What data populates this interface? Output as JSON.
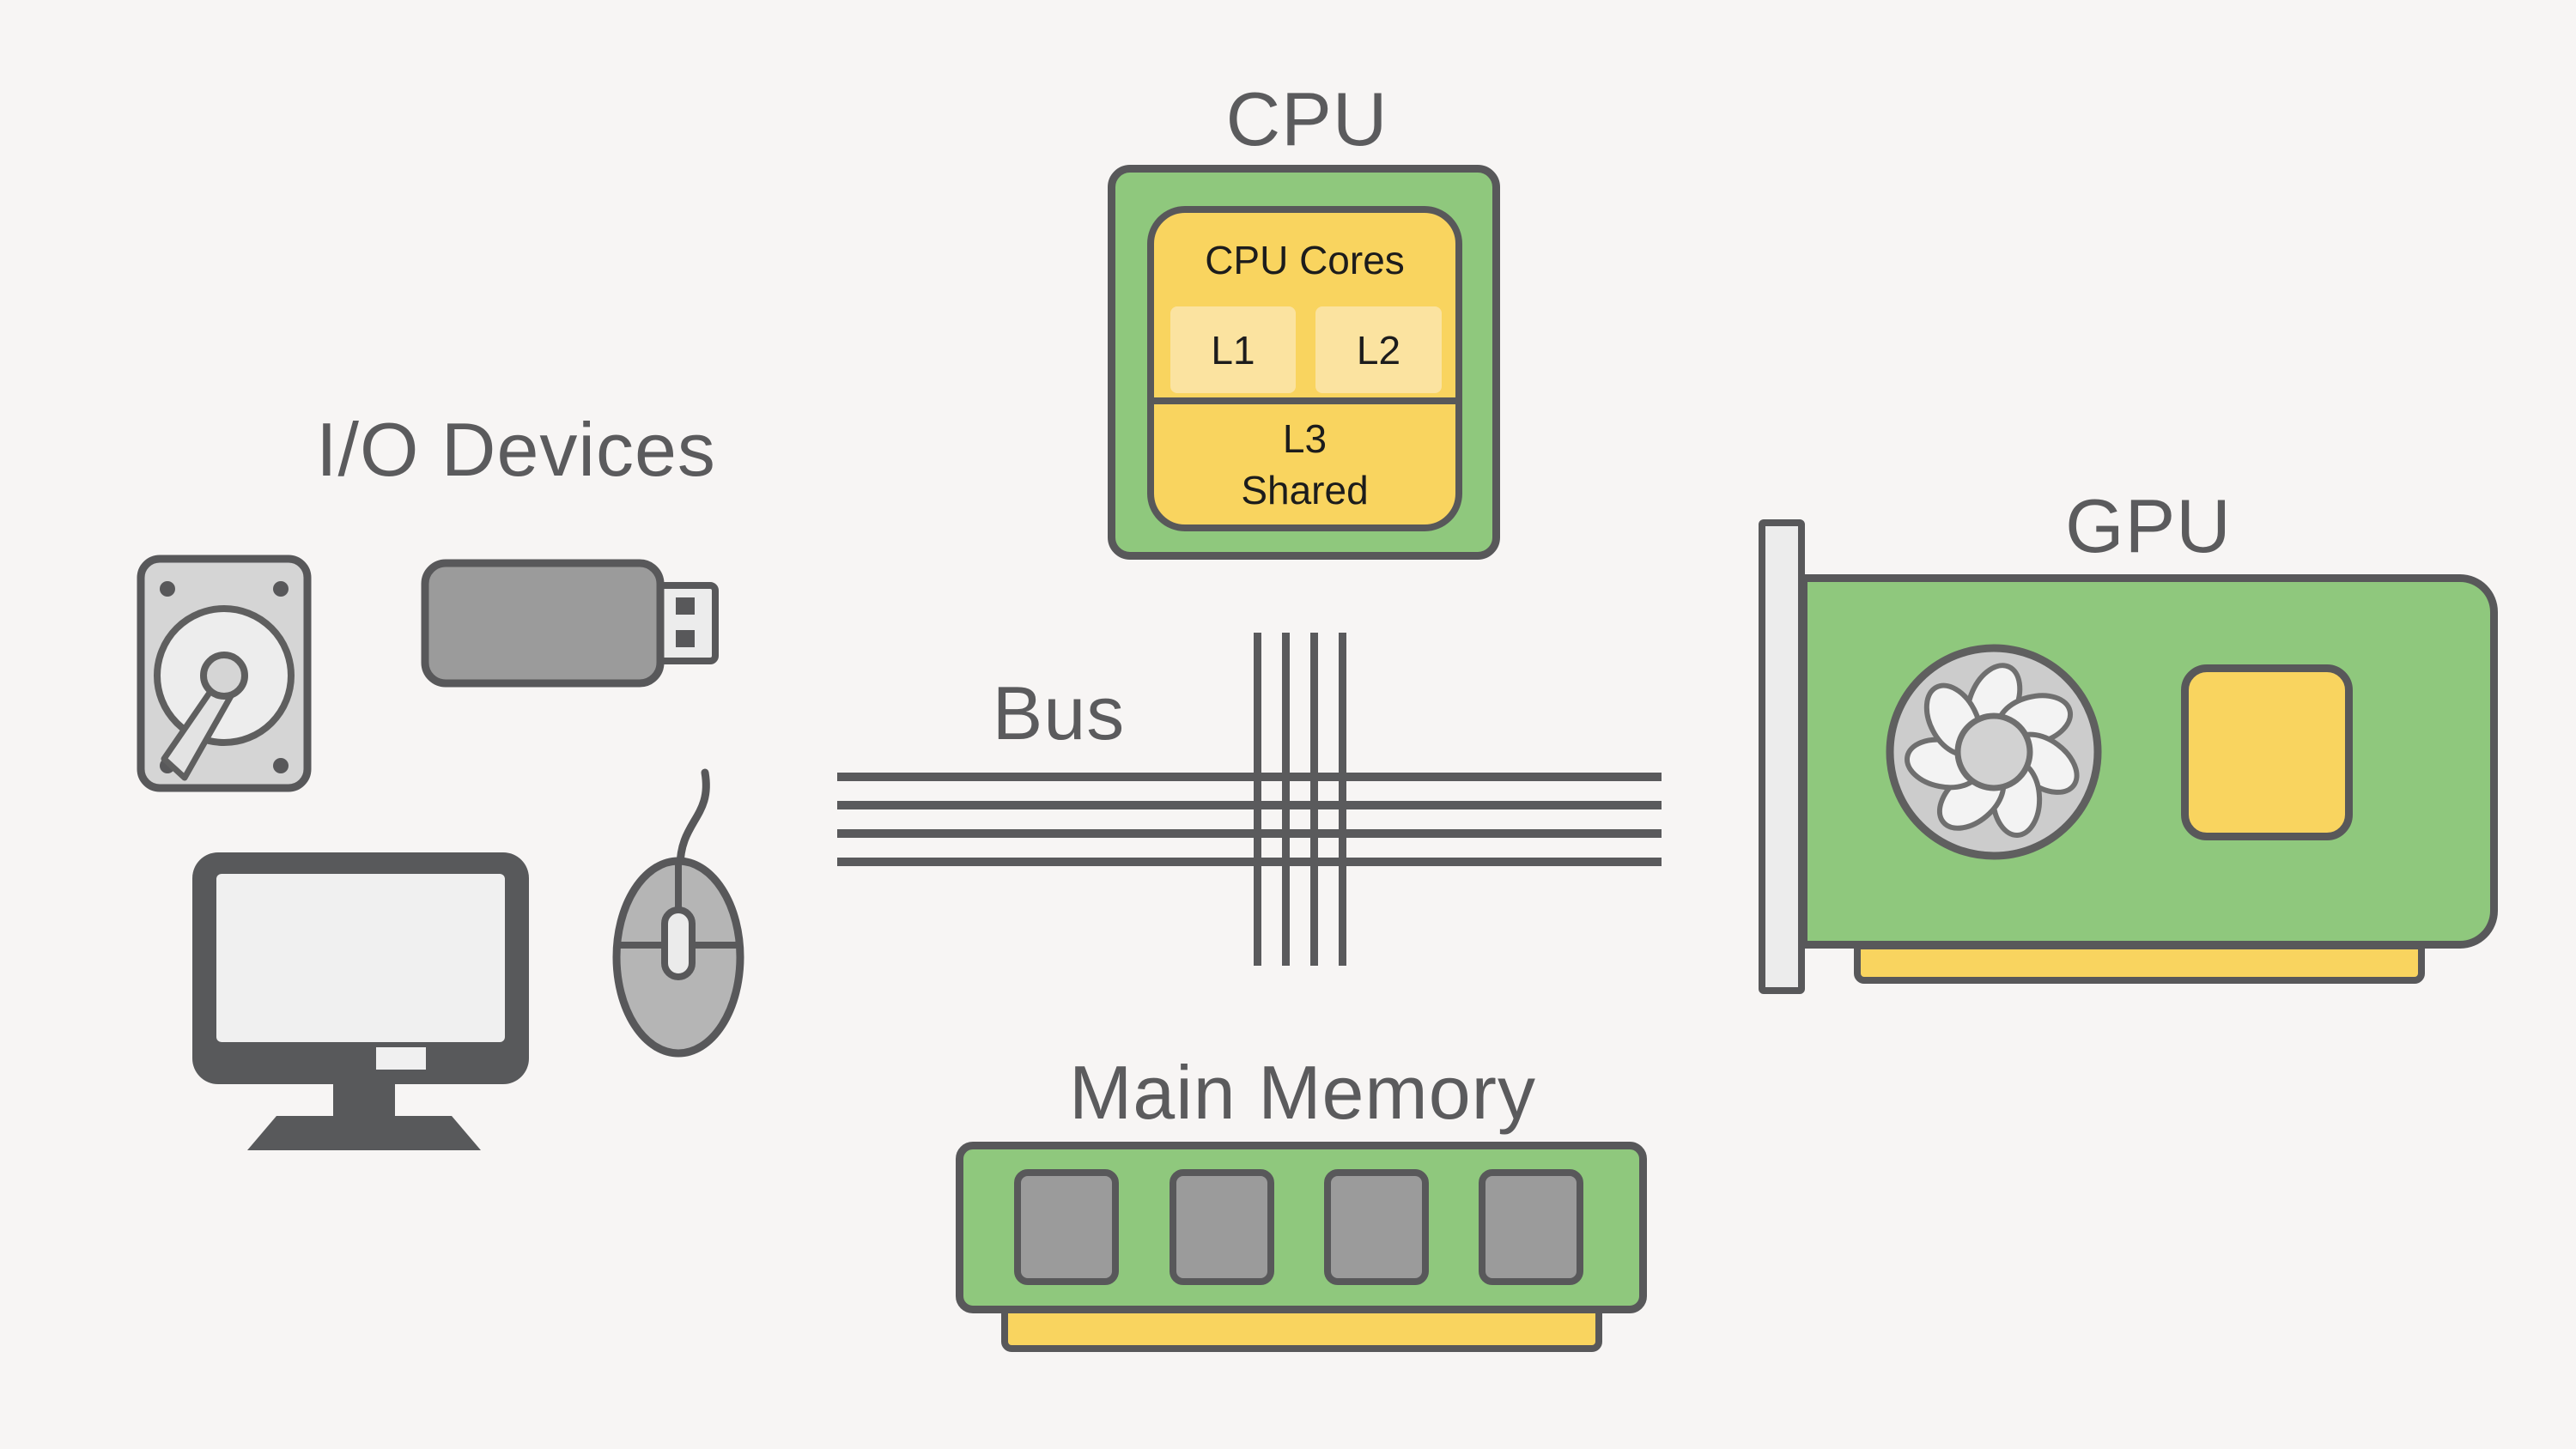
{
  "diagram": {
    "io": {
      "label": "I/O Devices",
      "devices": [
        "hard-disk-drive",
        "usb-flash-drive",
        "monitor",
        "mouse"
      ]
    },
    "cpu": {
      "label": "CPU",
      "cores_label": "CPU Cores",
      "l1_label": "L1",
      "l2_label": "L2",
      "l3_line1": "L3",
      "l3_line2": "Shared"
    },
    "bus": {
      "label": "Bus",
      "horizontal_line_count": 4,
      "vertical_line_count": 4
    },
    "gpu": {
      "label": "GPU",
      "parts": [
        "mounting-bracket",
        "fan",
        "vram-chip",
        "edge-connector"
      ]
    },
    "memory": {
      "label": "Main Memory",
      "chip_count": 4,
      "parts": [
        "dram-chips",
        "edge-connector"
      ]
    },
    "colors": {
      "background": "#f7f5f4",
      "pcb_green": "#8fc87d",
      "die_yellow": "#f9d45f",
      "cache_light_yellow": "#fbe3a0",
      "outline_dark_gray": "#58585a",
      "label_gray": "#5b5b5d",
      "chip_gray": "#9b9b9b",
      "device_light_gray": "#d5d5d5"
    }
  }
}
